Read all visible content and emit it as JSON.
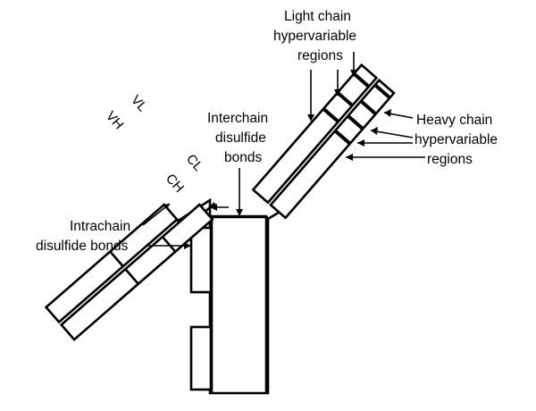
{
  "labels": {
    "light_chain_hypervariable": [
      "Light chain",
      "hypervariable",
      "regions"
    ],
    "heavy_chain_hypervariable": [
      "Heavy chain",
      "hypervariable",
      "regions"
    ],
    "interchain_disulfide": [
      "Interchain",
      "disulfide",
      "bonds"
    ],
    "intrachain_disulfide": [
      "Intrachain",
      "disulfide bonds"
    ],
    "domains": {
      "vl": "VL",
      "cl": "CL",
      "vh": "VH",
      "ch": "CH"
    }
  }
}
